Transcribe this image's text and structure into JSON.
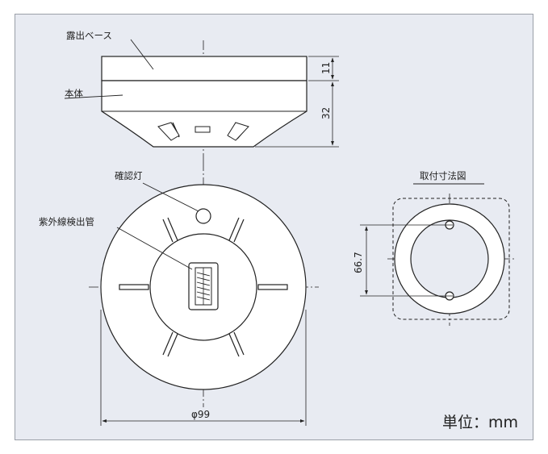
{
  "labels": {
    "exposed_base": "露出ベース",
    "body": "本体",
    "indicator_lamp": "確認灯",
    "uv_tube": "紫外線検出管",
    "mounting_dims": "取付寸法図"
  },
  "dimensions": {
    "top_height": "11",
    "body_height": "32",
    "diameter": "φ99",
    "mount_pitch": "66.7"
  },
  "unit": "単位：mm",
  "colors": {
    "background": "#e8ebf2",
    "line": "#222222"
  }
}
